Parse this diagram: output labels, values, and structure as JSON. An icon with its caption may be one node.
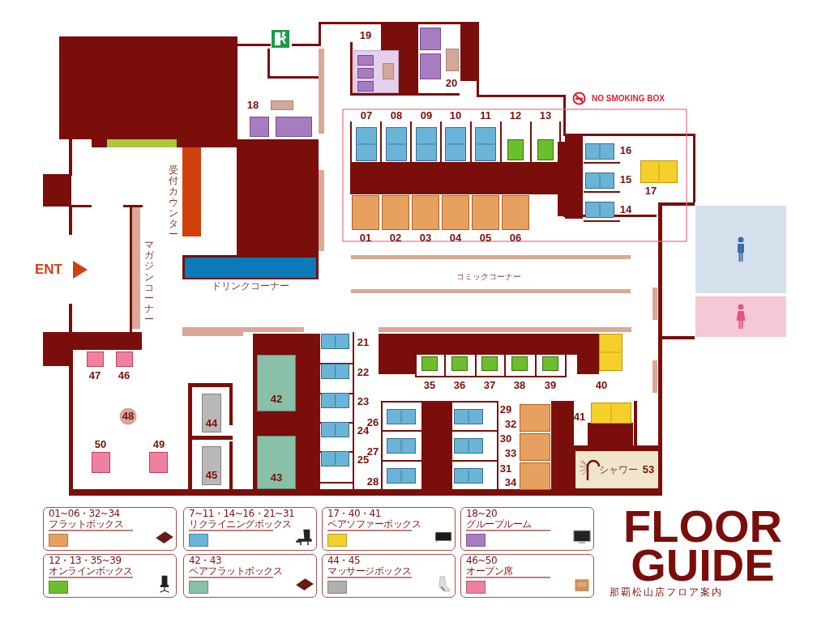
{
  "diagram": {
    "title": "FLOOR GUIDE",
    "caption": "那覇松山店フロア案内",
    "nodes": [
      {
        "text": [
          "19"
        ]
      },
      {
        "text": [
          "20"
        ]
      },
      {
        "text": [
          "18"
        ]
      },
      {
        "text": [
          "07"
        ]
      },
      {
        "text": [
          "08"
        ]
      },
      {
        "text": [
          "09"
        ]
      },
      {
        "text": [
          "10"
        ]
      },
      {
        "text": [
          "11"
        ]
      },
      {
        "text": [
          "12"
        ]
      },
      {
        "text": [
          "13"
        ]
      },
      {
        "text": [
          "16"
        ]
      },
      {
        "text": [
          "15"
        ]
      },
      {
        "text": [
          "17"
        ]
      },
      {
        "text": [
          "14"
        ]
      },
      {
        "text": [
          "01"
        ]
      },
      {
        "text": [
          "02"
        ]
      },
      {
        "text": [
          "03"
        ]
      },
      {
        "text": [
          "04"
        ]
      },
      {
        "text": [
          "05"
        ]
      },
      {
        "text": [
          "06"
        ]
      },
      {
        "text": [
          "受付カウンター"
        ]
      },
      {
        "text": [],
        "shape": "person"
      },
      {
        "text": [],
        "shape": "person"
      },
      {
        "text": [
          "ドリンクコーナー"
        ]
      },
      {
        "text": [
          "47"
        ]
      },
      {
        "text": [
          "46"
        ]
      },
      {
        "text": [
          "21"
        ]
      },
      {
        "text": [
          "22"
        ]
      },
      {
        "text": [
          "23"
        ]
      },
      {
        "text": [
          "24"
        ]
      },
      {
        "text": [
          "25"
        ]
      },
      {
        "text": [
          "42"
        ]
      },
      {
        "text": [
          "35"
        ]
      },
      {
        "text": [
          "36"
        ]
      },
      {
        "text": [
          "37"
        ]
      },
      {
        "text": [
          "38"
        ]
      },
      {
        "text": [
          "39"
        ]
      },
      {
        "text": [
          "40"
        ]
      },
      {
        "text": [
          "44"
        ]
      },
      {
        "text": [
          "48"
        ]
      },
      {
        "text": [
          "50"
        ]
      },
      {
        "text": [
          "49"
        ]
      },
      {
        "text": [
          "45"
        ]
      },
      {
        "text": [
          "43"
        ]
      },
      {
        "text": [
          "26"
        ]
      },
      {
        "text": [
          "27"
        ]
      },
      {
        "text": [
          "28"
        ]
      },
      {
        "text": [
          "29"
        ]
      },
      {
        "text": [
          "30"
        ]
      },
      {
        "text": [
          "31"
        ]
      },
      {
        "text": [
          "32"
        ]
      },
      {
        "text": [
          "33"
        ]
      },
      {
        "text": [
          "34"
        ]
      },
      {
        "text": [
          "41"
        ]
      },
      {
        "text": [
          "シャワー",
          "53"
        ]
      }
    ],
    "labels": [
      "ENT",
      "マガジンコーナー",
      "コミックコーナー",
      "NO SMOKING BOX"
    ],
    "legend": [
      {
        "text": "01~06・32~34 フラットボックス",
        "color": "#e8a060"
      },
      {
        "text": "7~11・14~16・21~31 リクライニングボックス",
        "color": "#6ab4d8"
      },
      {
        "text": "17・40・41 ペアソファーボックス",
        "color": "#f5d02a"
      },
      {
        "text": "18~20 グループルーム",
        "color": "#a87cc0"
      },
      {
        "text": "12・13・35~39 オンラインボックス",
        "color": "#6cbf2c"
      },
      {
        "text": "42・43 ペアフラットボックス",
        "color": "#88c0a8"
      },
      {
        "text": "44・45 マッサージボックス",
        "color": "#b0b0b0"
      },
      {
        "text": "46~50 オープン席",
        "color": "#f080a0"
      }
    ]
  }
}
